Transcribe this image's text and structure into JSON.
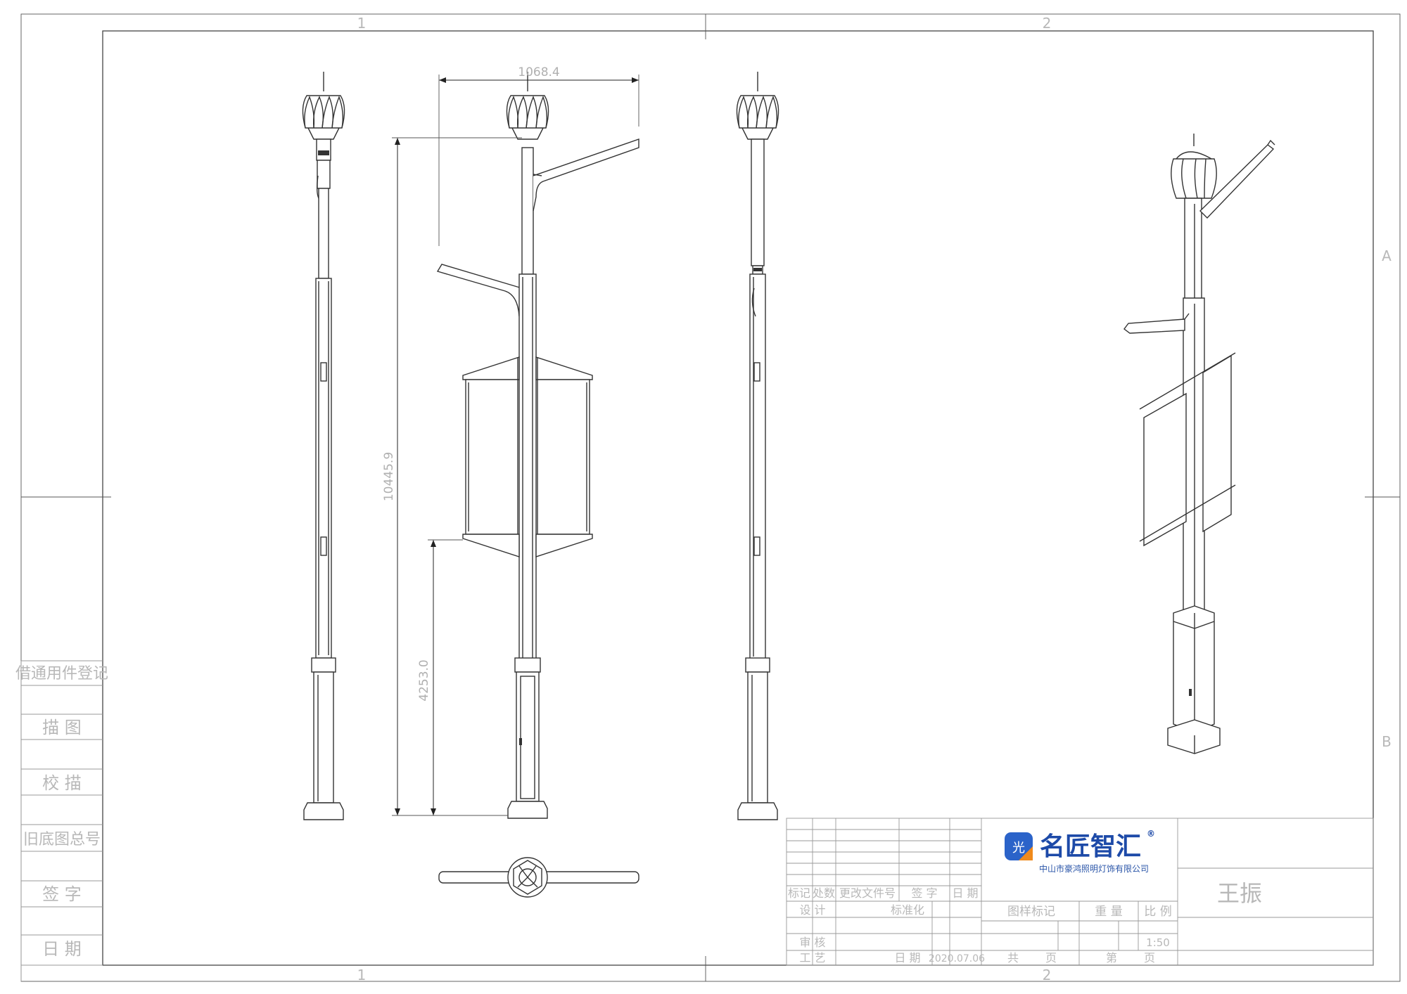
{
  "zone_markers": {
    "top": [
      "1",
      "2"
    ],
    "bottom": [
      "1",
      "2"
    ],
    "right": [
      "A",
      "B"
    ]
  },
  "dimensions": {
    "top_width": "1068.4",
    "total_height": "10445.9",
    "lower_height": "4253.0"
  },
  "left_strip": [
    "借通用件登记",
    "描 图",
    "校 描",
    "旧底图总号",
    "签 字",
    "日 期"
  ],
  "title_block": {
    "revision_header": [
      "标记",
      "处数",
      "更改文件号",
      "签 字",
      "日 期"
    ],
    "design": "设 计",
    "standardize": "标准化",
    "review": "审 核",
    "process": "工 艺",
    "date_label": "日 期",
    "date_value": "2020.07.06",
    "drawing_mark": "图样标记",
    "weight": "重 量",
    "scale": "比 例",
    "scale_value": "1:50",
    "total": "共",
    "page_unit": "页",
    "number": "第",
    "page_unit_2": "页",
    "drafter": "王振"
  },
  "logo": {
    "badge": "光",
    "title": "名匠智汇",
    "registered": "®",
    "subtitle": "中山市豪鸿照明灯饰有限公司",
    "badge_color": "#2b63c9",
    "badge_accent": "#f08a1c",
    "title_color": "#1d4aa8"
  }
}
